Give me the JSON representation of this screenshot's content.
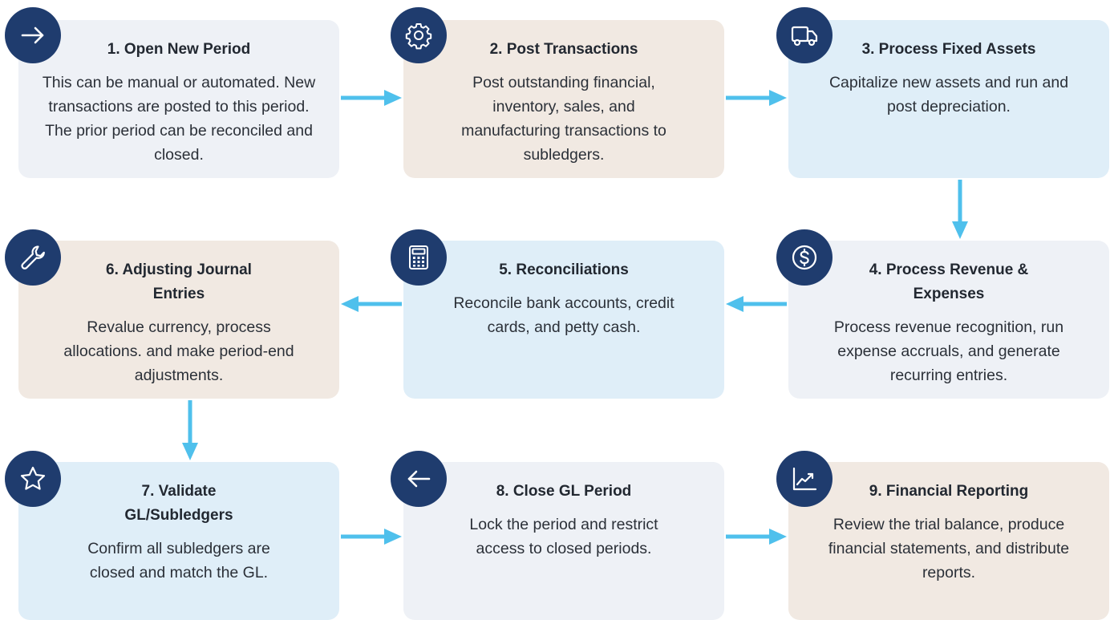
{
  "steps": [
    {
      "title": "1. Open New Period",
      "body": "This can be manual or automated. New transactions are posted to this period. The prior period can be reconciled and closed.",
      "icon": "arrow-right-icon"
    },
    {
      "title": "2. Post Transactions",
      "body": "Post outstanding financial, inventory, sales, and manufacturing transactions to subledgers.",
      "icon": "gear-icon"
    },
    {
      "title": "3. Process Fixed Assets",
      "body": "Capitalize new assets and run and post depreciation.",
      "icon": "truck-icon"
    },
    {
      "title": "4. Process Revenue & Expenses",
      "body": "Process revenue recognition, run expense accruals, and generate recurring entries.",
      "icon": "dollar-icon"
    },
    {
      "title": "5. Reconciliations",
      "body": "Reconcile bank accounts, credit cards, and petty cash.",
      "icon": "calculator-icon"
    },
    {
      "title": "6. Adjusting Journal Entries",
      "body": "Revalue currency, process allocations. and make period-end adjustments.",
      "icon": "wrench-icon"
    },
    {
      "title": "7. Validate GL/Subledgers",
      "body": "Confirm all subledgers are closed and match the GL.",
      "icon": "star-icon"
    },
    {
      "title": "8. Close GL Period",
      "body": "Lock the period and restrict access to closed periods.",
      "icon": "arrow-left-icon"
    },
    {
      "title": "9. Financial Reporting",
      "body": "Review the trial balance, produce financial statements, and distribute reports.",
      "icon": "chart-icon"
    }
  ],
  "colors": {
    "badge": "#1f3c6e",
    "arrow": "#4fc0ec",
    "card_gray": "#eef1f6",
    "card_tan": "#f1e9e2",
    "card_blue": "#dfeef8"
  }
}
